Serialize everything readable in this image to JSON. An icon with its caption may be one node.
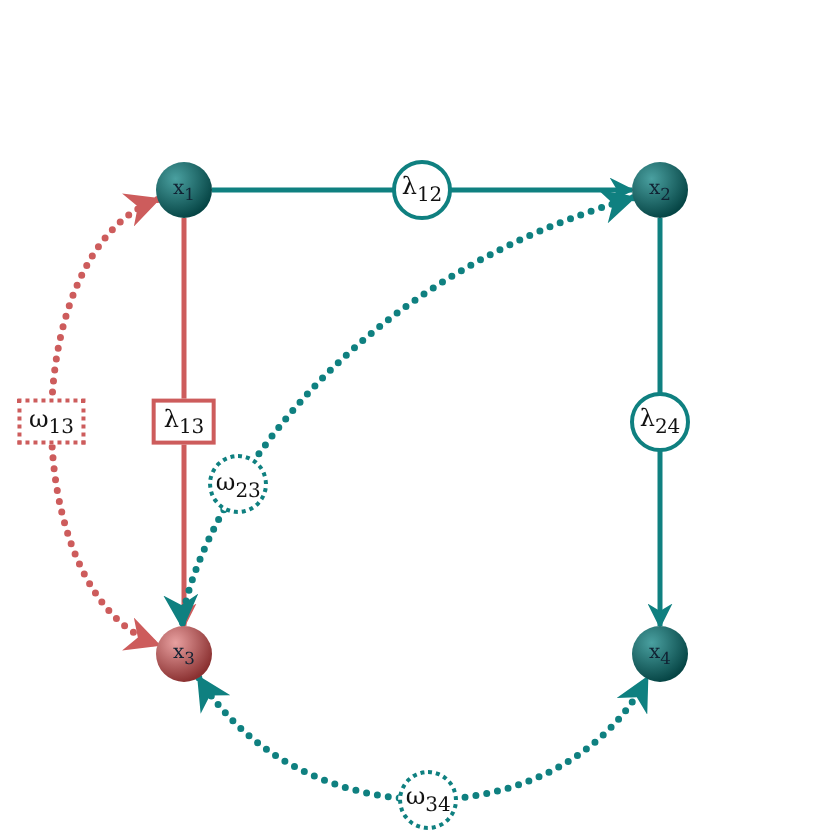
{
  "diagram": {
    "nodes": [
      {
        "text": [
          "x$_{1}$"
        ]
      },
      {
        "text": [
          "x$_{2}$"
        ]
      },
      {
        "text": [
          "x$_{3}$"
        ]
      },
      {
        "text": [
          "x$_{4}$"
        ]
      }
    ],
    "edges": [
      {
        "from": 0,
        "to": 1,
        "arrow": "to",
        "label": "λ$_{12}$"
      },
      {
        "from": 0,
        "to": 2,
        "arrow": "to",
        "label": "λ$_{13}$",
        "color": "#cd5c5c"
      },
      {
        "from": 1,
        "to": 3,
        "arrow": "to",
        "label": "λ$_{24}$"
      },
      {
        "from": 0,
        "to": 2,
        "arrow": "both",
        "label": "ω$_{13}$",
        "style": "dashed",
        "color": "#cd5c5c"
      },
      {
        "from": 1,
        "to": 2,
        "arrow": "both",
        "label": "ω$_{23}$",
        "style": "dashed"
      },
      {
        "from": 2,
        "to": 3,
        "arrow": "both",
        "label": "ω$_{34}$",
        "style": "dashed"
      }
    ]
  }
}
